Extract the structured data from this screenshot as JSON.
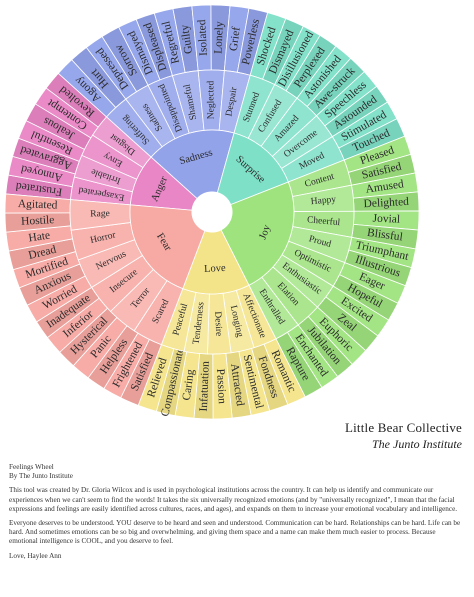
{
  "wheel": {
    "center_color": "#ffffff",
    "core": [
      {
        "label": "Anger",
        "color": "#e986c6"
      },
      {
        "label": "Sadness",
        "color": "#93a3ea"
      },
      {
        "label": "Surprise",
        "color": "#7fe0c8"
      },
      {
        "label": "Joy",
        "color": "#9fe37f"
      },
      {
        "label": "Love",
        "color": "#f4e489"
      },
      {
        "label": "Fear",
        "color": "#f7a9a3"
      }
    ],
    "middle": [
      {
        "label": "Exasperated",
        "core": 0
      },
      {
        "label": "Irritable",
        "core": 0
      },
      {
        "label": "Envy",
        "core": 0
      },
      {
        "label": "Disgust",
        "core": 0
      },
      {
        "label": "Suffering",
        "core": 1
      },
      {
        "label": "Sadness",
        "core": 1
      },
      {
        "label": "Disappointed",
        "core": 1
      },
      {
        "label": "Shameful",
        "core": 1
      },
      {
        "label": "Neglected",
        "core": 1
      },
      {
        "label": "Despair",
        "core": 1
      },
      {
        "label": "Stunned",
        "core": 2
      },
      {
        "label": "Confused",
        "core": 2
      },
      {
        "label": "Amazed",
        "core": 2
      },
      {
        "label": "Overcome",
        "core": 2
      },
      {
        "label": "Moved",
        "core": 2
      },
      {
        "label": "Content",
        "core": 3
      },
      {
        "label": "Happy",
        "core": 3
      },
      {
        "label": "Cheerful",
        "core": 3
      },
      {
        "label": "Proud",
        "core": 3
      },
      {
        "label": "Optimistic",
        "core": 3
      },
      {
        "label": "Enthusiastic",
        "core": 3
      },
      {
        "label": "Elation",
        "core": 3
      },
      {
        "label": "Enthralled",
        "core": 3
      },
      {
        "label": "Affectionate",
        "core": 4
      },
      {
        "label": "Longing",
        "core": 4
      },
      {
        "label": "Desire",
        "core": 4
      },
      {
        "label": "Tenderness",
        "core": 4
      },
      {
        "label": "Peaceful",
        "core": 4
      },
      {
        "label": "Scared",
        "core": 5
      },
      {
        "label": "Terror",
        "core": 5
      },
      {
        "label": "Insecure",
        "core": 5
      },
      {
        "label": "Nervous",
        "core": 5
      },
      {
        "label": "Horror",
        "core": 5
      },
      {
        "label": "Rage",
        "core": 5
      }
    ],
    "outer": [
      {
        "label": "Frustrated",
        "core": 0
      },
      {
        "label": "Annoyed",
        "core": 0
      },
      {
        "label": "Aggravated",
        "core": 0
      },
      {
        "label": "Resentful",
        "core": 0
      },
      {
        "label": "Jealous",
        "core": 0
      },
      {
        "label": "Contempt",
        "core": 0
      },
      {
        "label": "Revolted",
        "core": 0
      },
      {
        "label": "Agony",
        "core": 1
      },
      {
        "label": "Hurt",
        "core": 1
      },
      {
        "label": "Depressed",
        "core": 1
      },
      {
        "label": "Sorrow",
        "core": 1
      },
      {
        "label": "Dismayed",
        "core": 1
      },
      {
        "label": "Displeased",
        "core": 1
      },
      {
        "label": "Regretful",
        "core": 1
      },
      {
        "label": "Guilty",
        "core": 1
      },
      {
        "label": "Isolated",
        "core": 1
      },
      {
        "label": "Lonely",
        "core": 1
      },
      {
        "label": "Grief",
        "core": 1
      },
      {
        "label": "Powerless",
        "core": 1
      },
      {
        "label": "Shocked",
        "core": 2
      },
      {
        "label": "Dismayed",
        "core": 2
      },
      {
        "label": "Disillusioned",
        "core": 2
      },
      {
        "label": "Perplexed",
        "core": 2
      },
      {
        "label": "Astonished",
        "core": 2
      },
      {
        "label": "Awe-struck",
        "core": 2
      },
      {
        "label": "Speechless",
        "core": 2
      },
      {
        "label": "Astounded",
        "core": 2
      },
      {
        "label": "Stimulated",
        "core": 2
      },
      {
        "label": "Touched",
        "core": 2
      },
      {
        "label": "Pleased",
        "core": 3
      },
      {
        "label": "Satisfied",
        "core": 3
      },
      {
        "label": "Amused",
        "core": 3
      },
      {
        "label": "Delighted",
        "core": 3
      },
      {
        "label": "Jovial",
        "core": 3
      },
      {
        "label": "Blissful",
        "core": 3
      },
      {
        "label": "Triumphant",
        "core": 3
      },
      {
        "label": "Illustrious",
        "core": 3
      },
      {
        "label": "Eager",
        "core": 3
      },
      {
        "label": "Hopeful",
        "core": 3
      },
      {
        "label": "Excited",
        "core": 3
      },
      {
        "label": "Zeal",
        "core": 3
      },
      {
        "label": "Euphoric",
        "core": 3
      },
      {
        "label": "Jubilation",
        "core": 3
      },
      {
        "label": "Enchanted",
        "core": 3
      },
      {
        "label": "Rapture",
        "core": 3
      },
      {
        "label": "Romantic",
        "core": 4
      },
      {
        "label": "Fondness",
        "core": 4
      },
      {
        "label": "Sentimental",
        "core": 4
      },
      {
        "label": "Attracted",
        "core": 4
      },
      {
        "label": "Passion",
        "core": 4
      },
      {
        "label": "Infatuation",
        "core": 4
      },
      {
        "label": "Caring",
        "core": 4
      },
      {
        "label": "Compassionate",
        "core": 4
      },
      {
        "label": "Relieved",
        "core": 4
      },
      {
        "label": "Satisfied",
        "core": 5
      },
      {
        "label": "Frightened",
        "core": 5
      },
      {
        "label": "Helpless",
        "core": 5
      },
      {
        "label": "Panic",
        "core": 5
      },
      {
        "label": "Hysterical",
        "core": 5
      },
      {
        "label": "Inferior",
        "core": 5
      },
      {
        "label": "Inadequate",
        "core": 5
      },
      {
        "label": "Worried",
        "core": 5
      },
      {
        "label": "Anxious",
        "core": 5
      },
      {
        "label": "Mortified",
        "core": 5
      },
      {
        "label": "Dread",
        "core": 5
      },
      {
        "label": "Hate",
        "core": 5
      },
      {
        "label": "Hostile",
        "core": 5
      },
      {
        "label": "Agitated",
        "core": 5
      }
    ]
  },
  "brand": {
    "name": "Little Bear Collective",
    "institute": "The Junto Institute"
  },
  "notes": {
    "title": "Feelings Wheel",
    "byline": "By The Junto Institute",
    "paragraph1": "This tool was created by Dr. Gloria Wilcox and is used in psychological institutions across the country.  It can help us identify and communicate our experiences when we can't seem to find the words!  It takes the six universally recognized emotions (and by \"universally recognized\", I mean that the facial expressions and feelings are easily identified across cultures, races, and ages), and expands on them to increase your emotional vocabulary and intelligence.",
    "paragraph2": "Everyone deserves to be understood. YOU deserve to be heard and seen and understood.  Communication can be hard.  Relationships can be hard.  Life can be hard.  And sometimes emotions can be so big and overwhelming, and giving them space and a name can make them much easier to process.  Because emotional intelligence is COOL, and you deserve to feel.",
    "signoff": "Love, Haylee Ann"
  }
}
